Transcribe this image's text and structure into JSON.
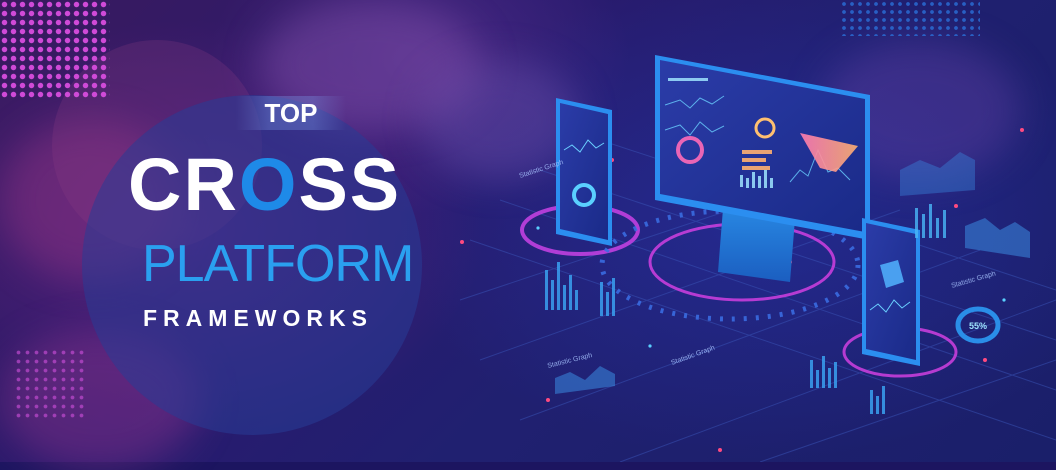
{
  "headline": {
    "line1": "TOP",
    "line2_prefix": "CR",
    "line2_accent": "O",
    "line2_suffix": "SS",
    "line3": "PLATFORM",
    "line4": "FRAMEWORKS"
  },
  "illustration": {
    "gauge_label": "55%",
    "panel_labels": [
      "Statistic Graph",
      "Statistic Graph",
      "Statistic Graph",
      "Statistic Graph"
    ]
  },
  "colors": {
    "accent_blue": "#1e8ae8",
    "platform_blue": "#2aa0f0",
    "ring_magenta": "#c040e0",
    "dot_pink": "#d04ad8"
  }
}
